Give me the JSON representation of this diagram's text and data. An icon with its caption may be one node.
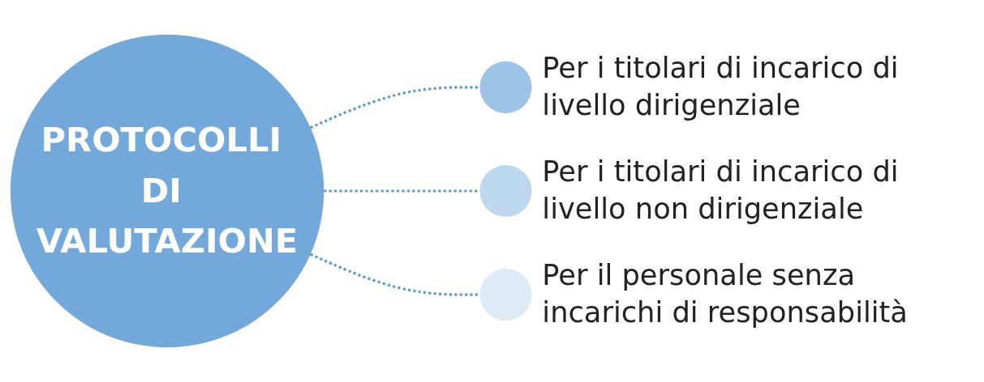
{
  "diagram": {
    "nodes": [
      {
        "text": [
          "PROTOCOLLI DI VALUTAZIONE"
        ]
      },
      {
        "text": [],
        "shape": "circle",
        "beside": [
          "Per i titolari di incarico di livello dirigenziale"
        ]
      },
      {
        "text": [],
        "shape": "circle",
        "beside": [
          "Per i titolari di incarico di livello non dirigenziale"
        ]
      },
      {
        "text": [],
        "shape": "circle",
        "beside": [
          "Per il personale senza incarichi di responsabilità"
        ]
      }
    ],
    "edges": [
      {
        "from": 0,
        "to": 1,
        "arrow": "none",
        "style": "dashed"
      },
      {
        "from": 0,
        "to": 2,
        "arrow": "none",
        "style": "dashed"
      },
      {
        "from": 0,
        "to": 3,
        "arrow": "none",
        "style": "dashed"
      }
    ]
  }
}
